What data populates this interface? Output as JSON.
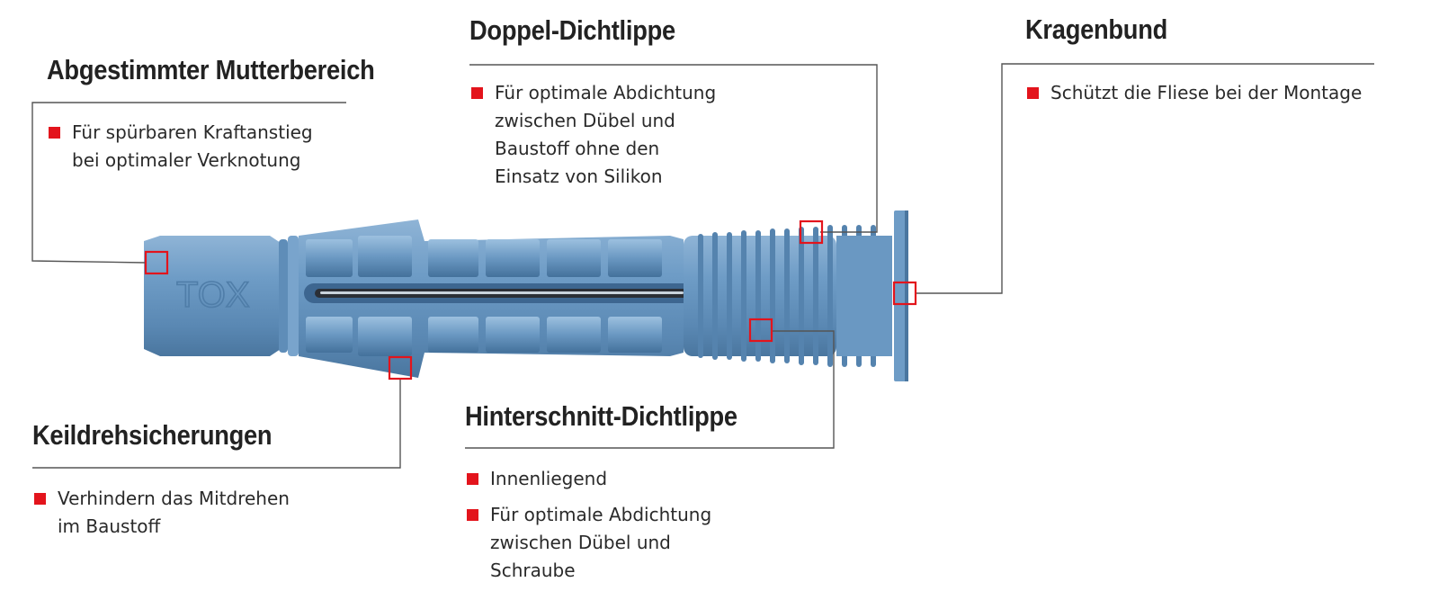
{
  "logo_text": "TOX",
  "colors": {
    "accent": "#e3141c",
    "dowel": "#6b9ac4",
    "dowel_dark": "#4a7aa6",
    "leader": "#555555"
  },
  "callouts": {
    "mutterbereich": {
      "title": "Abgestimmter Mutterbereich",
      "items": [
        [
          "Für spürbaren Kraftanstieg",
          "bei optimaler Verknotung"
        ]
      ]
    },
    "doppel": {
      "title": "Doppel-Dichtlippe",
      "items": [
        [
          "Für optimale Abdichtung",
          "zwischen Dübel und",
          "Baustoff ohne den",
          "Einsatz von Silikon"
        ]
      ]
    },
    "kragenbund": {
      "title": "Kragenbund",
      "items": [
        [
          "Schützt die Fliese bei der Montage"
        ]
      ]
    },
    "keil": {
      "title": "Keildrehsicherungen",
      "items": [
        [
          "Verhindern das Mitdrehen",
          "im Baustoff"
        ]
      ]
    },
    "hinterschnitt": {
      "title": "Hinterschnitt-Dichtlippe",
      "items": [
        [
          "Innenliegend"
        ],
        [
          "Für optimale Abdichtung",
          "zwischen Dübel und",
          "Schraube"
        ]
      ]
    }
  }
}
